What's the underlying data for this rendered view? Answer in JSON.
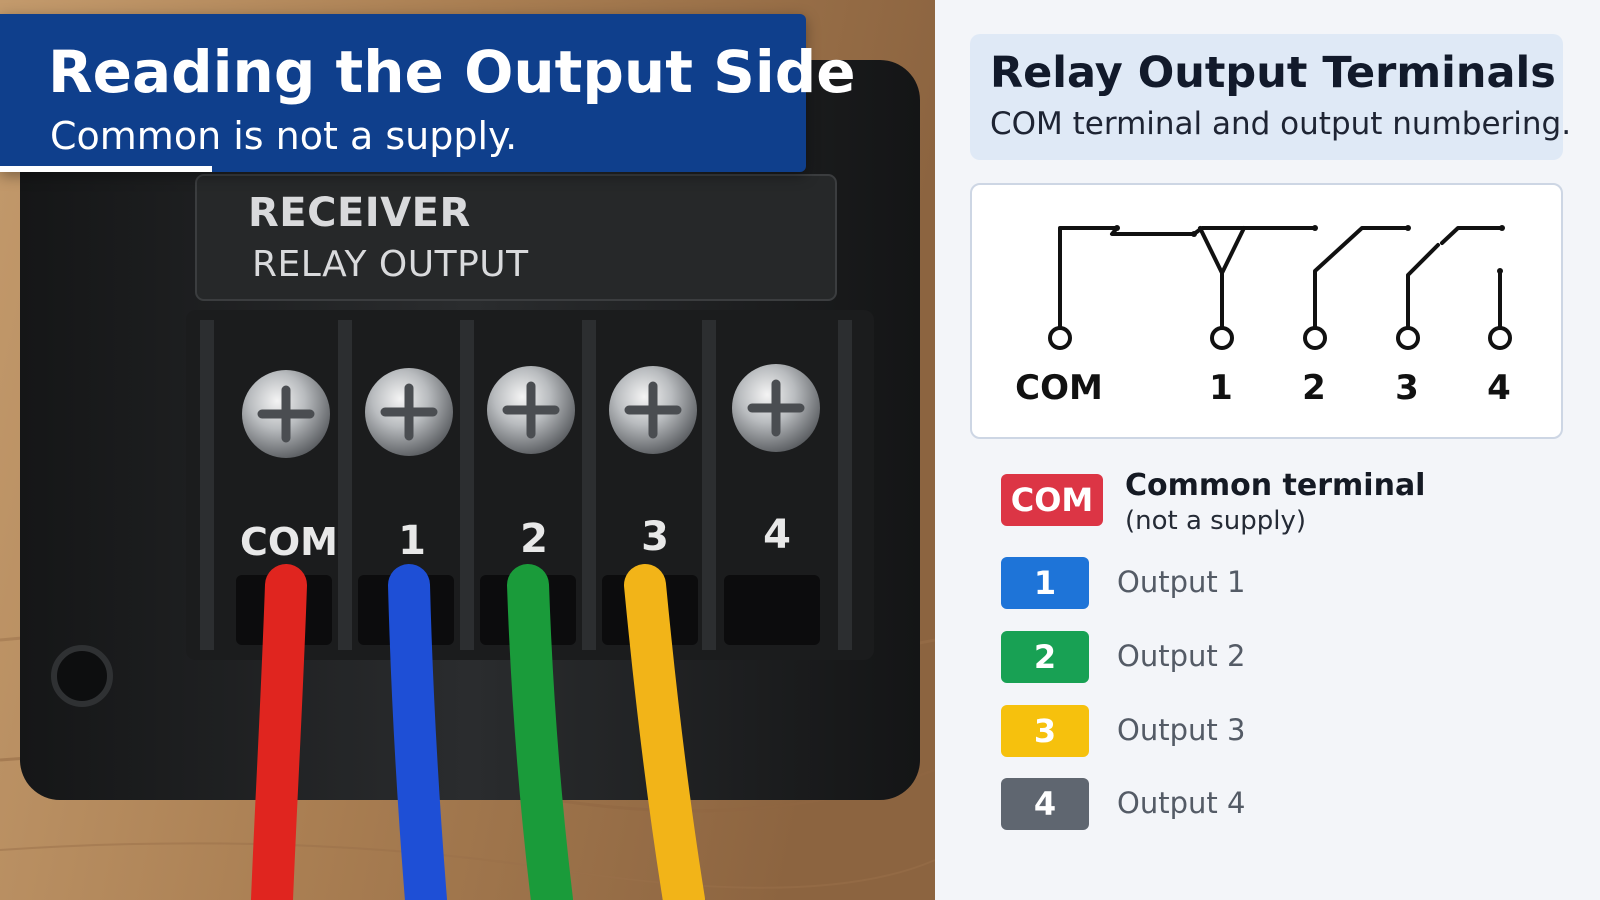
{
  "overlay": {
    "title": "Reading the Output Side",
    "subtitle": "Common is not a supply."
  },
  "device": {
    "label_line1": "RECEIVER",
    "label_line2": "RELAY OUTPUT",
    "terminals": [
      "COM",
      "1",
      "2",
      "3",
      "4"
    ],
    "wire_colors": [
      "#e0251f",
      "#1e4fd6",
      "#1a9b3a",
      "#f2b418"
    ]
  },
  "panel": {
    "title": "Relay Output Terminals",
    "subtitle": "COM terminal and output numbering."
  },
  "diagram": {
    "labels": [
      "COM",
      "1",
      "2",
      "3",
      "4"
    ]
  },
  "legend": {
    "com": {
      "chip": "COM",
      "title": "Common terminal",
      "note": "(not a supply)",
      "color": "#dc3545"
    },
    "outputs": [
      {
        "chip": "1",
        "label": "Output 1",
        "color": "#1e74d8"
      },
      {
        "chip": "2",
        "label": "Output 2",
        "color": "#18a154"
      },
      {
        "chip": "3",
        "label": "Output 3",
        "color": "#f6c10d"
      },
      {
        "chip": "4",
        "label": "Output 4",
        "color": "#5f6670"
      }
    ]
  }
}
